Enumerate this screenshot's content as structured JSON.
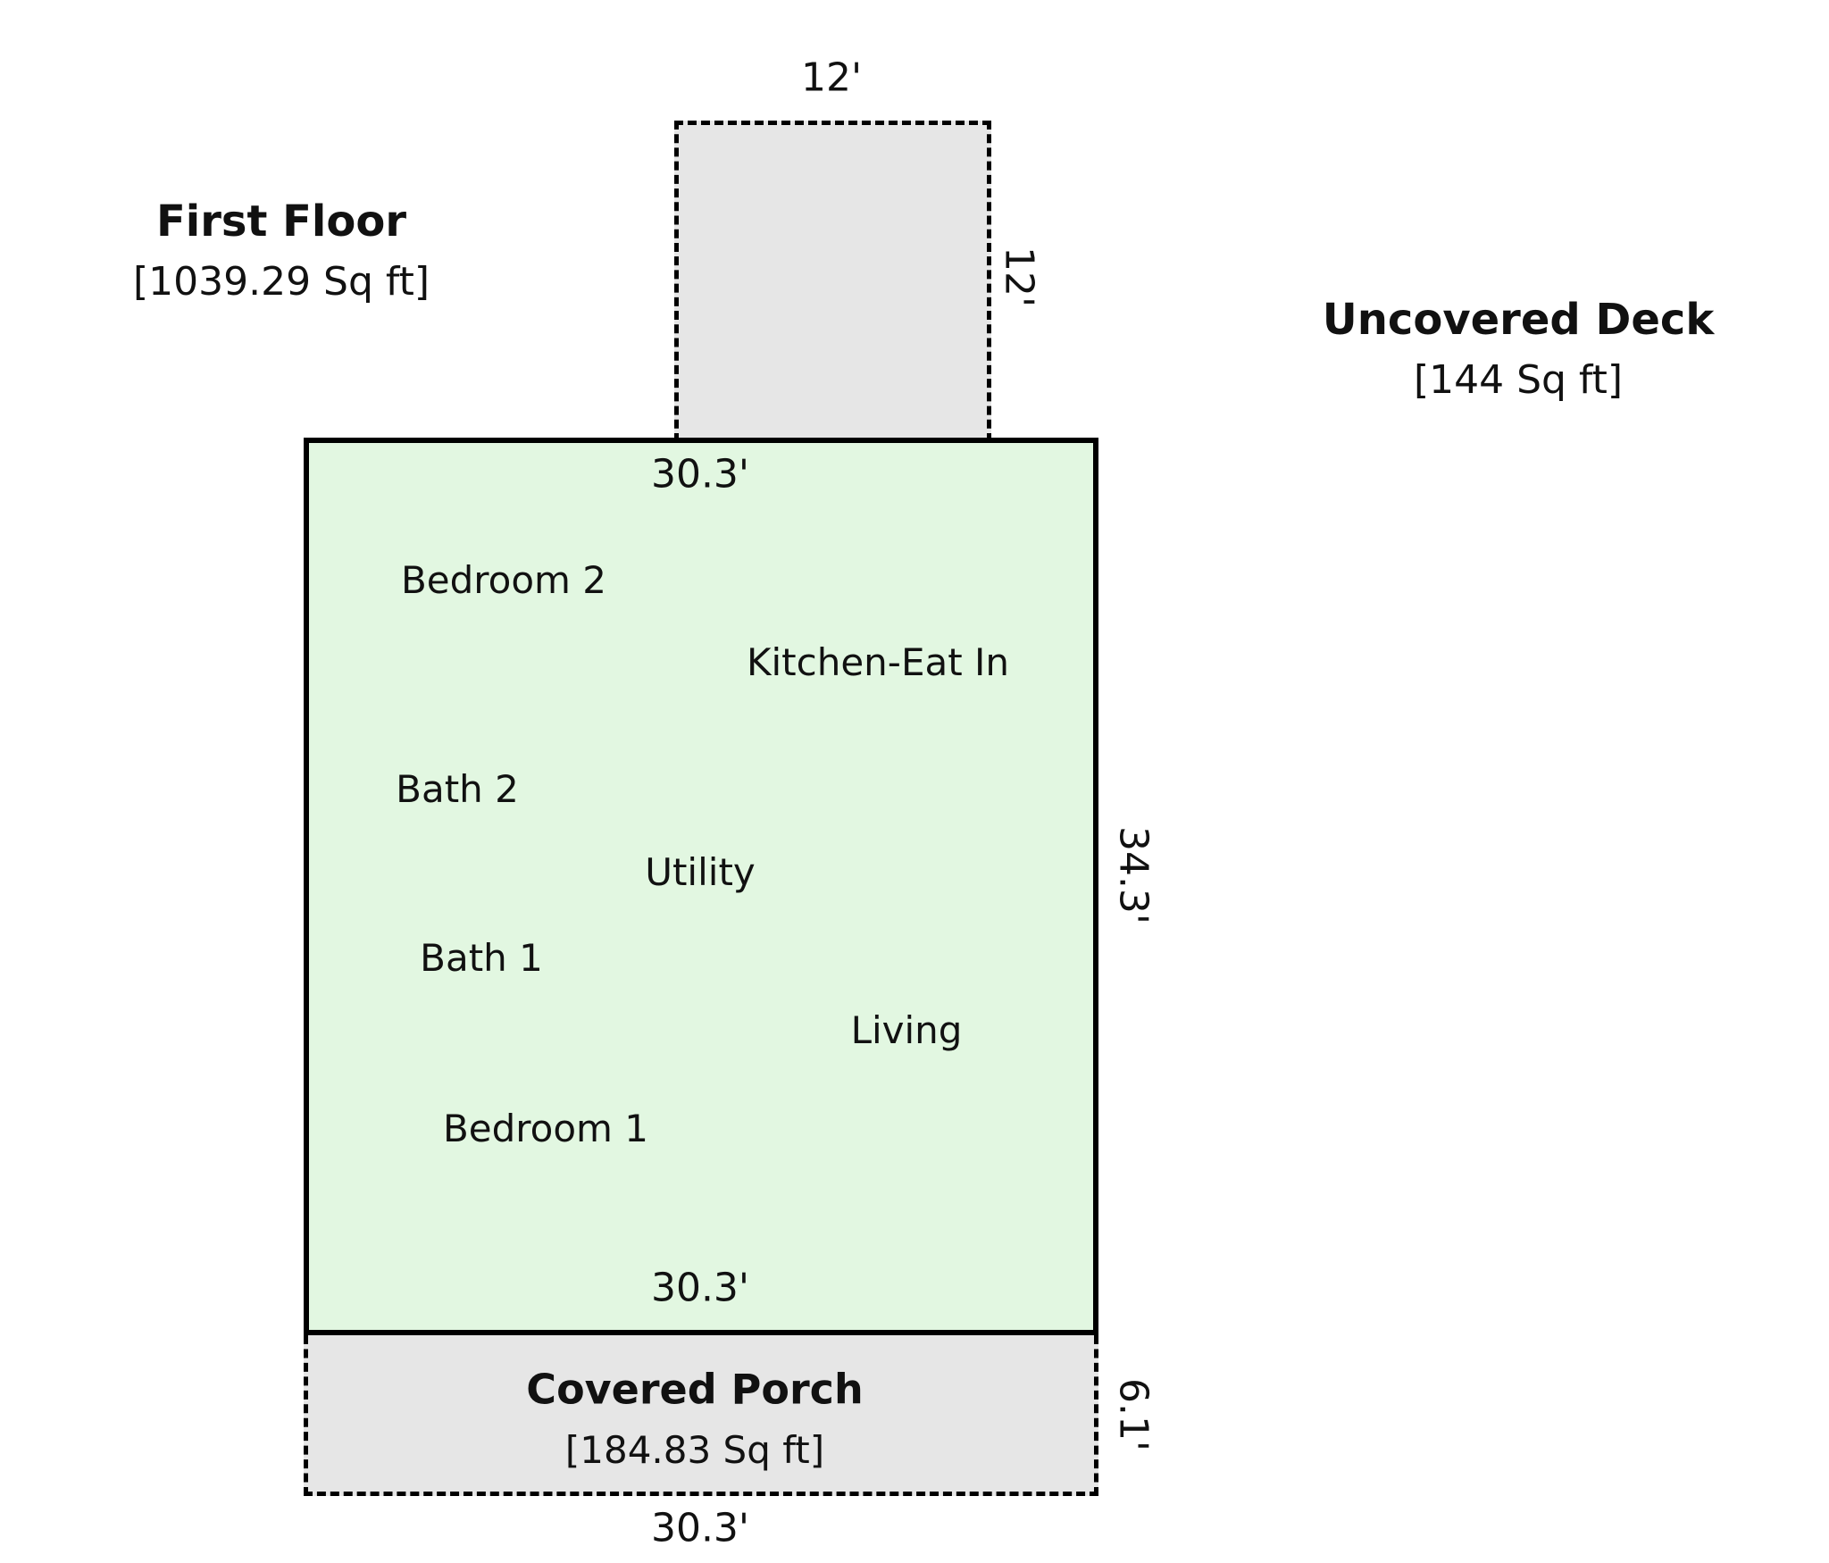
{
  "first_floor": {
    "name": "First Floor",
    "area": "[1039.29 Sq ft]",
    "top_dim": "30.3'",
    "bottom_inner_dim": "30.3'",
    "side_dim": "34.3'"
  },
  "deck": {
    "name": "Uncovered Deck",
    "area": "[144 Sq ft]",
    "width_dim": "12'",
    "height_dim": "12'"
  },
  "porch": {
    "name": "Covered Porch",
    "area": "[184.83 Sq ft]",
    "side_dim": "6.1'",
    "bottom_dim": "30.3'"
  },
  "rooms": [
    "Bedroom 2",
    "Kitchen-Eat In",
    "Bath 2",
    "Utility",
    "Bath 1",
    "Living",
    "Bedroom 1"
  ],
  "colors": {
    "floor_fill": "#e2f7e1",
    "structure_fill": "#e6e6e6",
    "line": "#000000",
    "text": "#111111"
  }
}
